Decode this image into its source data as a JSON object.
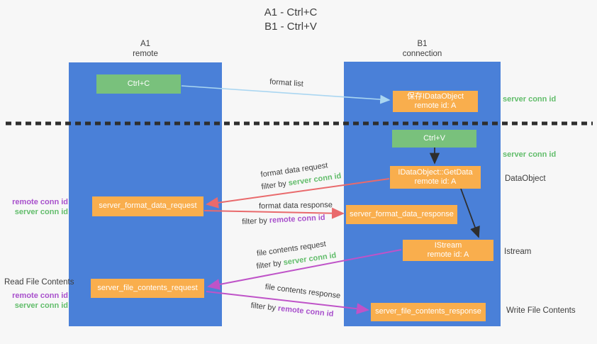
{
  "title": {
    "line1": "A1 - Ctrl+C",
    "line2": "B1 - Ctrl+V"
  },
  "lanes": {
    "a1": {
      "name": "A1",
      "role": "remote"
    },
    "b1": {
      "name": "B1",
      "role": "connection"
    }
  },
  "nodes": {
    "ctrl_c": {
      "label": "Ctrl+C"
    },
    "save_idataobject": {
      "line1": "保存IDataObject",
      "line2": "remote id: A"
    },
    "ctrl_v": {
      "label": "Ctrl+V"
    },
    "getdata": {
      "line1": "IDataObject::GetData",
      "line2": "remote id: A"
    },
    "format_request": {
      "label": "server_format_data_request"
    },
    "format_response": {
      "label": "server_format_data_response"
    },
    "istream": {
      "line1": "IStream",
      "line2": "remote id: A"
    },
    "file_request": {
      "label": "server_file_contents_request"
    },
    "file_response": {
      "label": "server_file_contents_response"
    }
  },
  "flow_labels": {
    "format_list": "format list",
    "format_data_request": "format data request",
    "format_data_response": "format data response",
    "file_contents_request": "file contents request",
    "file_contents_response": "file contents response",
    "filter_by": "filter by ",
    "server_conn_id": "server conn id",
    "remote_conn_id": "remote conn id"
  },
  "side_labels": {
    "left_format": {
      "remote": "remote conn id",
      "server": "server conn id"
    },
    "left_file": {
      "title": "Read File Contents",
      "remote": "remote conn id",
      "server": "server conn id"
    },
    "right": {
      "server_conn_top": "server conn id",
      "server_conn_mid": "server conn id",
      "dataobject": "DataObject",
      "istream": "Istream",
      "write_file": "Write File Contents"
    }
  },
  "colors": {
    "background": "#f7f7f7",
    "lane_blue": "#4a80d8",
    "box_orange": "#f9ae4d",
    "box_green": "#79c17c",
    "text_dark": "#3d3d3d",
    "text_green": "#62bd6b",
    "text_purple": "#a850cc",
    "arrow_light_blue": "#aad6f1",
    "arrow_red": "#e96a6c",
    "arrow_magenta": "#bf53c8",
    "arrow_black": "#2e2e2e",
    "dashed_divider": "#2e2e2e"
  }
}
